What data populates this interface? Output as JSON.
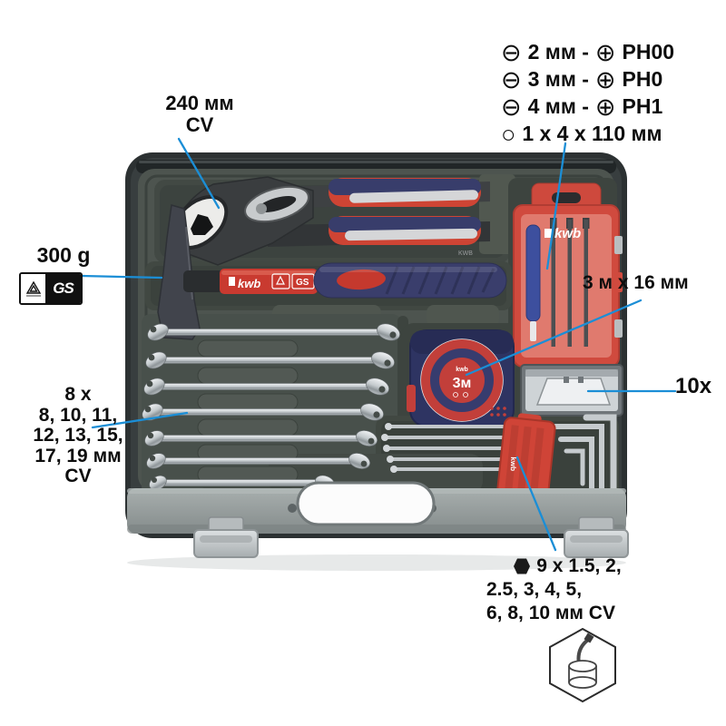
{
  "colors": {
    "callout_line": "#1b8ed6",
    "case_shell": "#2e3334",
    "case_tray": "#4d544f",
    "accent_red": "#d0453c",
    "handle_navy": "#3a3f6e"
  },
  "annotations": {
    "bit_set": {
      "slotted_symbol": "⊖",
      "phillips_symbol": "⊕",
      "round_symbol": "○",
      "rows": [
        {
          "left": "2 мм -",
          "right": "PH00"
        },
        {
          "left": "3 мм -",
          "right": "PH0"
        },
        {
          "left": "4 мм -",
          "right": "PH1"
        }
      ],
      "last_row": "1 x 4 x 110 мм"
    },
    "pliers": {
      "lines": [
        "240 мм",
        "CV"
      ]
    },
    "hammer": {
      "weight": "300 g",
      "gs_label": "GS"
    },
    "wrench_set": {
      "lines": [
        "8 x",
        "8, 10, 11,",
        "12, 13, 15,",
        "17, 19 мм",
        "CV"
      ]
    },
    "tape_measure": {
      "label": "3 м x 16 мм"
    },
    "blades": {
      "label": "10x"
    },
    "hex_keys": {
      "lines": [
        "9 x 1.5, 2,",
        "2.5, 3, 4, 5,",
        "6, 8, 10 мм CV"
      ]
    }
  },
  "product_markings": {
    "hammer_brand": "kwb",
    "hammer_gs": "GS",
    "bit_box_brand": "kwb",
    "tape_brand": "kwb",
    "tape_length": "3м",
    "holder_brand": "kwb",
    "pliers_stamp": "KWB"
  }
}
